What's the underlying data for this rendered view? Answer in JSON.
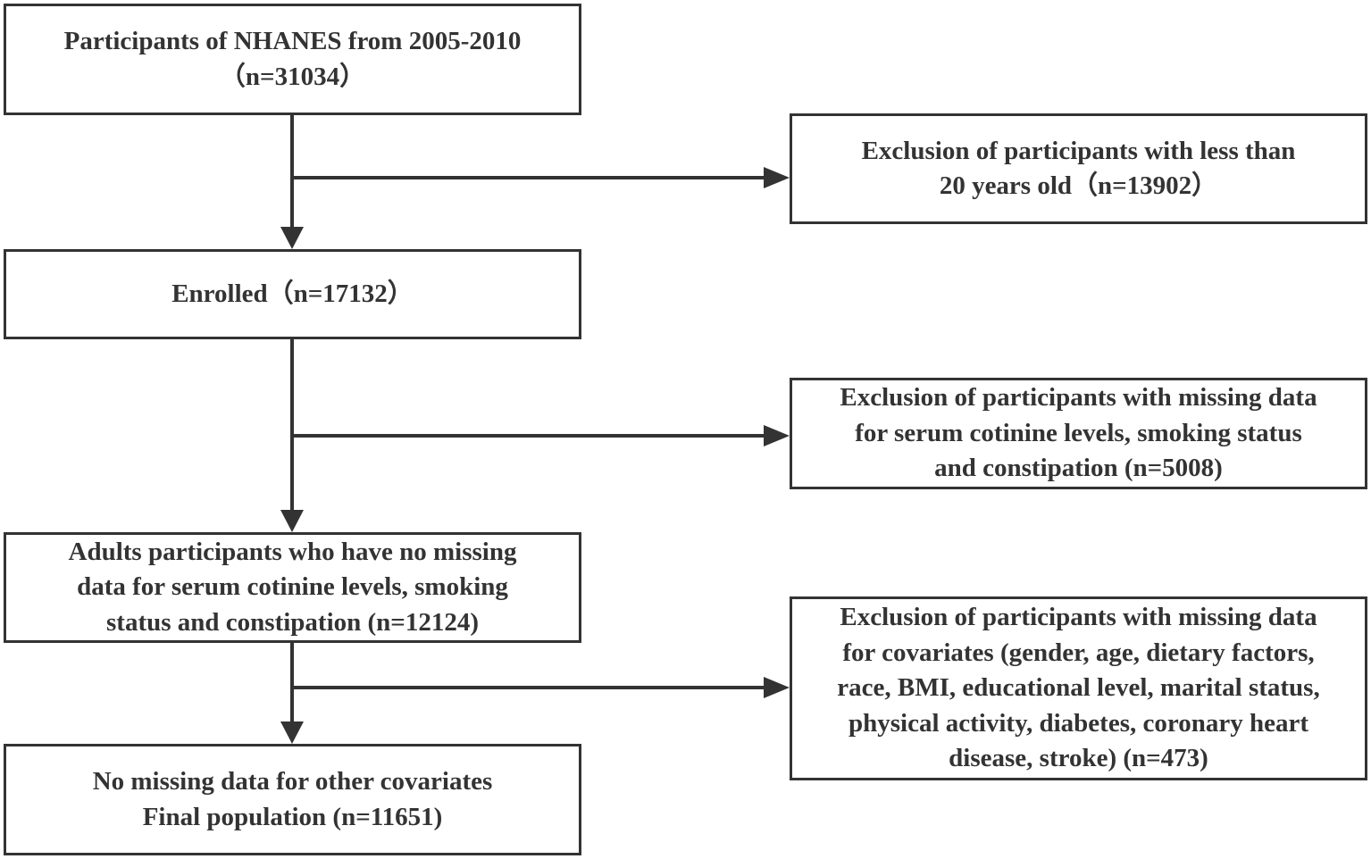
{
  "flowchart": {
    "main_boxes": [
      {
        "lines": [
          "Participants of NHANES from 2005-2010",
          "（n=31034）"
        ]
      },
      {
        "lines": [
          "Enrolled（n=17132）"
        ]
      },
      {
        "lines": [
          "Adults participants who have no missing",
          "data for serum cotinine levels, smoking",
          "status and constipation (n=12124)"
        ]
      },
      {
        "lines": [
          "No missing data for other covariates",
          "Final population (n=11651)"
        ]
      }
    ],
    "exclusion_boxes": [
      {
        "lines": [
          "Exclusion of participants with less than",
          "20 years old（n=13902）"
        ]
      },
      {
        "lines": [
          "Exclusion of participants with missing data",
          "for serum cotinine levels, smoking status",
          "and constipation (n=5008)"
        ]
      },
      {
        "lines": [
          "Exclusion of participants with missing data",
          "for covariates (gender, age, dietary factors,",
          "race, BMI, educational level, marital status,",
          "physical activity, diabetes, coronary heart",
          "disease, stroke) (n=473)"
        ]
      }
    ]
  }
}
